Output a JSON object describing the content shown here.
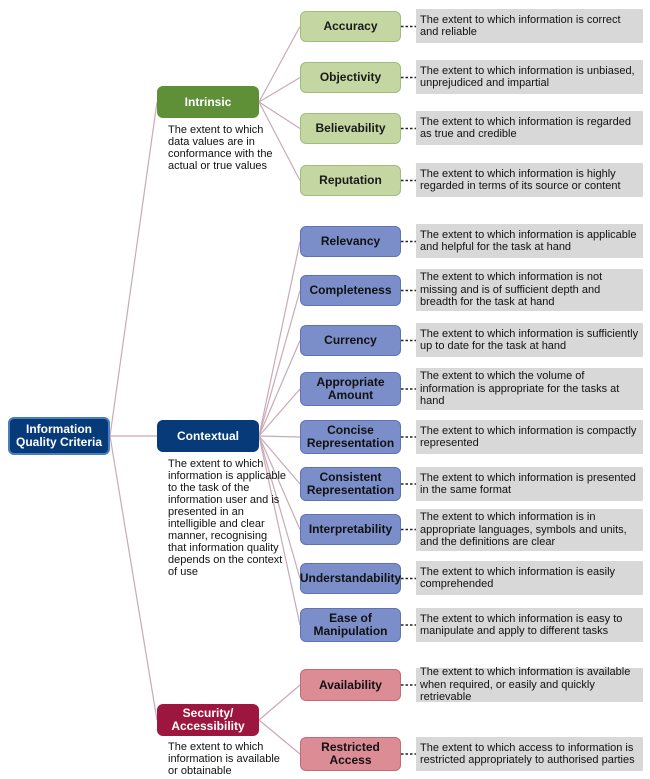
{
  "root": {
    "label": "Information\nQuality Criteria"
  },
  "categories": [
    {
      "label": "Intrinsic",
      "description": "The extent to which data values are in conformance with the actual or true values",
      "color": "#5f8f37",
      "criteria": [
        {
          "label": "Accuracy",
          "description": "The extent to which information is correct and reliable"
        },
        {
          "label": "Objectivity",
          "description": "The extent to which information is unbiased, unprejudiced and impartial"
        },
        {
          "label": "Believability",
          "description": "The extent to which information is regarded as true and credible"
        },
        {
          "label": "Reputation",
          "description": "The extent to which information is highly regarded in terms of its source or content"
        }
      ]
    },
    {
      "label": "Contextual",
      "description": "The extent to which information is applicable to the task of the information user and is presented in an intelligible and clear manner, recognising that information quality depends on the context of use",
      "color": "#063a78",
      "criteria": [
        {
          "label": "Relevancy",
          "description": "The extent to which information is applicable and helpful for the task at hand"
        },
        {
          "label": "Completeness",
          "description": "The extent to which information is not missing and is of sufficient depth and breadth for the task at hand"
        },
        {
          "label": "Currency",
          "description": "The extent to which information is sufficiently up to date for the task at hand"
        },
        {
          "label": "Appropriate\nAmount",
          "description": "The extent to which the volume of information is appropriate for the tasks at hand"
        },
        {
          "label": "Concise\nRepresentation",
          "description": "The extent to which information is compactly represented"
        },
        {
          "label": "Consistent\nRepresentation",
          "description": "The extent to which information is presented in the same format"
        },
        {
          "label": "Interpretability",
          "description": "The extent to which information is in appropriate languages, symbols and units, and the definitions are clear"
        },
        {
          "label": "Understandability",
          "description": "The extent to which information is easily comprehended"
        },
        {
          "label": "Ease of\nManipulation",
          "description": "The extent to which information is easy to manipulate and apply to different tasks"
        }
      ]
    },
    {
      "label": "Security/\nAccessibility",
      "description": "The extent to which information is available or obtainable",
      "color": "#9c1640",
      "criteria": [
        {
          "label": "Availability",
          "description": "The extent to which information is available when required, or easily and quickly retrievable"
        },
        {
          "label": "Restricted\nAccess",
          "description": "The extent to which access to information is restricted appropriately to authorised parties"
        }
      ]
    }
  ],
  "colors": {
    "line_intrinsic": "#c9a9b8",
    "line_contextual": "#c9a9b8",
    "line_security": "#c9a9b8",
    "dash": "#222222"
  }
}
